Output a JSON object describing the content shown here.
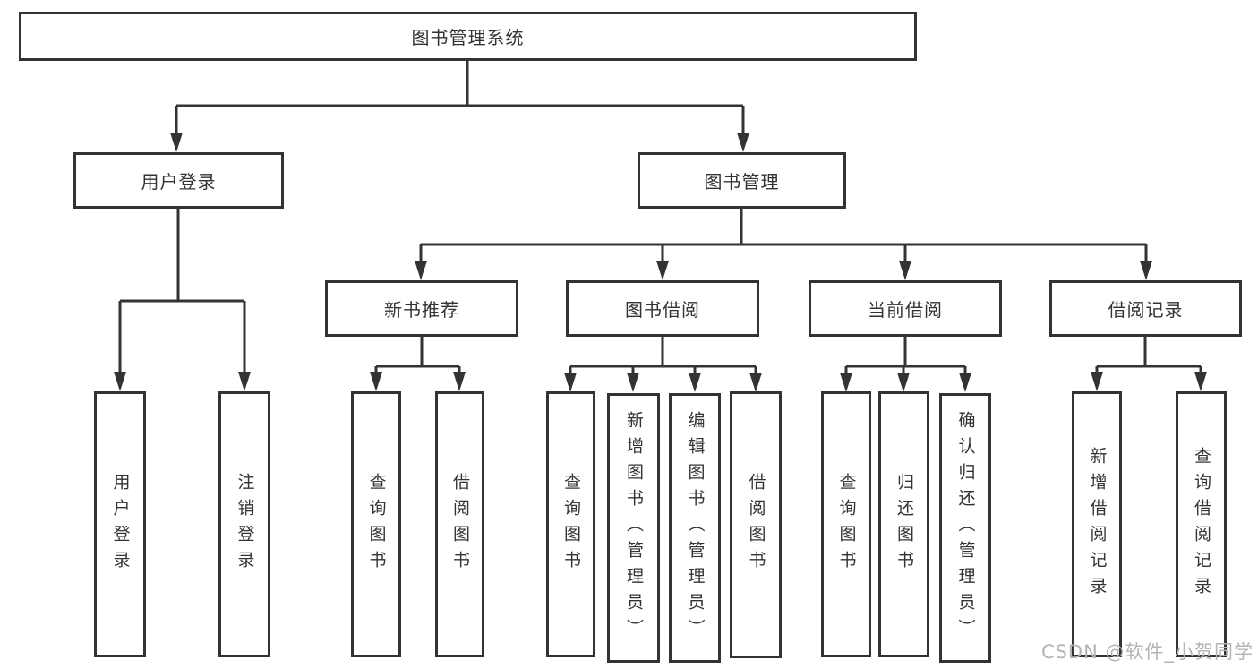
{
  "diagram": {
    "title": "图书管理系统",
    "branches": [
      {
        "label": "用户登录",
        "children": [
          {
            "label": "用户登录"
          },
          {
            "label": "注销登录"
          }
        ]
      },
      {
        "label": "图书管理",
        "children": [
          {
            "label": "新书推荐",
            "children": [
              {
                "label": "查询图书"
              },
              {
                "label": "借阅图书"
              }
            ]
          },
          {
            "label": "图书借阅",
            "children": [
              {
                "label": "查询图书"
              },
              {
                "label": "新增图书（管理员）"
              },
              {
                "label": "编辑图书（管理员）"
              },
              {
                "label": "借阅图书"
              }
            ]
          },
          {
            "label": "当前借阅",
            "children": [
              {
                "label": "查询图书"
              },
              {
                "label": "归还图书"
              },
              {
                "label": "确认归还（管理员）"
              }
            ]
          },
          {
            "label": "借阅记录",
            "children": [
              {
                "label": "新增借阅记录"
              },
              {
                "label": "查询借阅记录"
              }
            ]
          }
        ]
      }
    ]
  },
  "watermark": {
    "text": "CSDN @软件_小贺同学"
  },
  "colors": {
    "line": "#333333",
    "text": "#333333",
    "watermark": "#b4b4b4"
  }
}
